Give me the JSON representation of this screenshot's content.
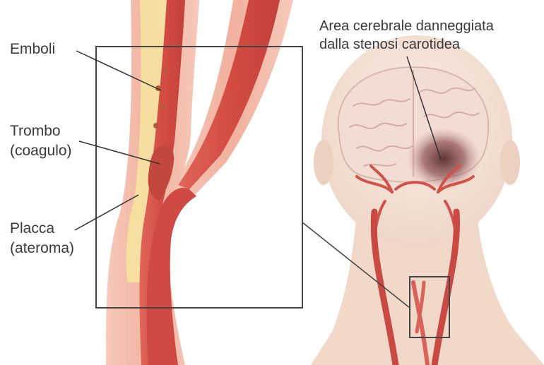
{
  "labels": {
    "emboli": "Emboli",
    "trombo": [
      "Trombo",
      "(coagulo)"
    ],
    "placca": [
      "Placca",
      "(ateroma)"
    ],
    "area": [
      "Area cerebrale danneggiata",
      "dalla stenosi carotidea"
    ]
  },
  "colors": {
    "artery_wall": "#f2b8a6",
    "artery_lumen": "#d9534a",
    "artery_dark": "#b83a36",
    "plaque": "#f6e3a6",
    "thrombus": "#c0473c",
    "skin": "#f4ddcf",
    "brain": "#f2d9d0",
    "damage": "#6e3b3b",
    "frame": "#444444"
  }
}
